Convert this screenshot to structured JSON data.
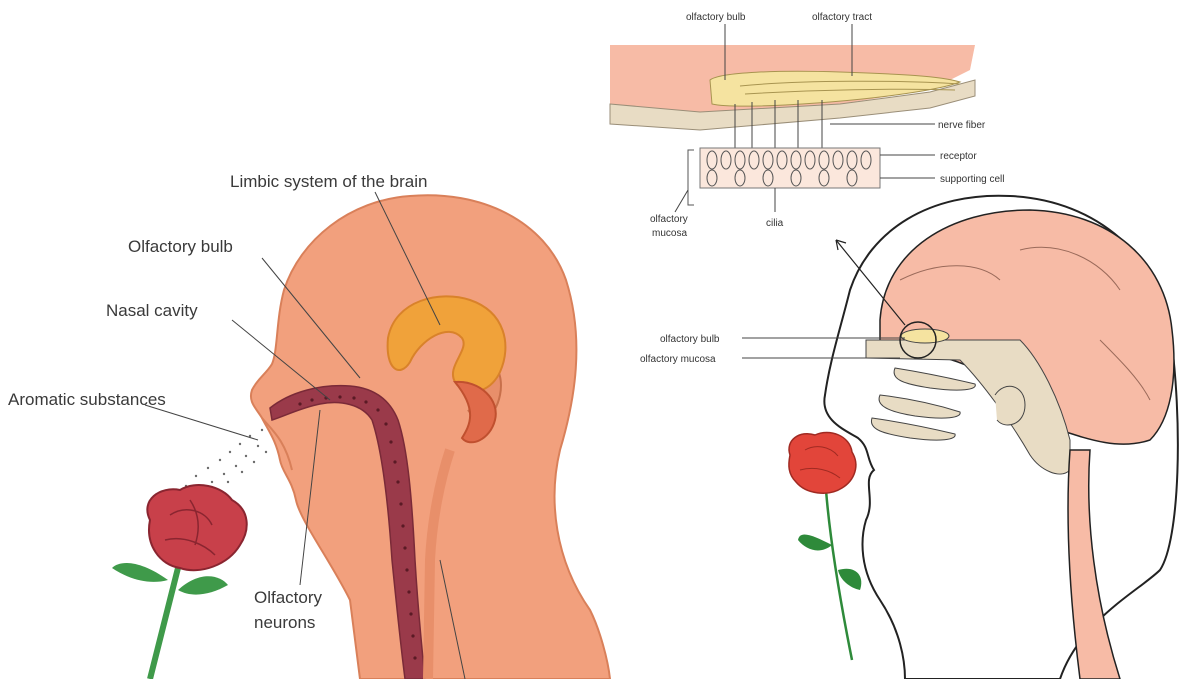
{
  "left_diagram": {
    "labels": {
      "limbic": "Limbic system of the brain",
      "olfactory_bulb": "Olfactory bulb",
      "nasal_cavity": "Nasal cavity",
      "aromatic": "Aromatic substances",
      "neurons_1": "Olfactory",
      "neurons_2": "neurons"
    }
  },
  "right_diagram": {
    "labels": {
      "olfactory_bulb_top": "olfactory bulb",
      "olfactory_tract": "olfactory tract",
      "nerve_fiber": "nerve fiber",
      "receptor": "receptor",
      "supporting_cell": "supporting cell",
      "mucosa_1": "olfactory",
      "mucosa_2": "mucosa",
      "cilia": "cilia",
      "olfactory_bulb": "olfactory bulb",
      "olfactory_mucosa": "olfactory mucosa"
    }
  },
  "colors": {
    "skin": "#f2a07d",
    "skin_dark": "#d9805a",
    "limbic": "#f0a23a",
    "nasal": "#9a3a4a",
    "rose": "#c8404a",
    "stem": "#3f9a4a",
    "right_skin": "#f7bba6",
    "bone": "#e8dcc4",
    "bulb_yellow": "#f5e3a0"
  }
}
